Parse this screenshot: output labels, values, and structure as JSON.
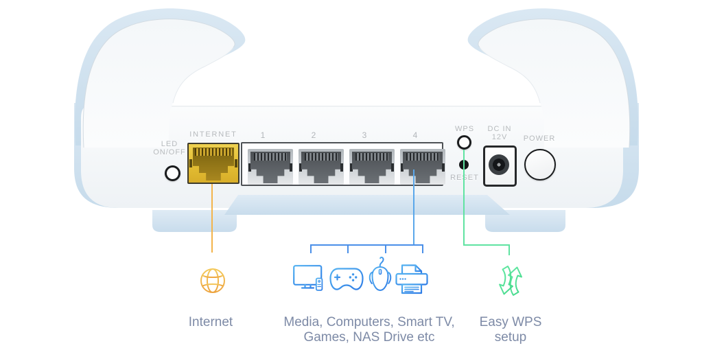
{
  "device": {
    "name": "router-rear-panel",
    "led_label": [
      "LED",
      "ON/OFF"
    ],
    "internet_label": "INTERNET",
    "lan_port_numbers": [
      "1",
      "2",
      "3",
      "4"
    ],
    "wps_label": "WPS",
    "reset_label": "RESET",
    "dc_in_label": [
      "DC IN",
      "12V"
    ],
    "power_label": "POWER"
  },
  "callouts": {
    "internet": {
      "caption": "Internet",
      "icon": "globe",
      "line_color": "#f3b44b"
    },
    "lan": {
      "caption_line1": "Media, Computers, Smart TV,",
      "caption_line2": "Games, NAS Drive etc",
      "icons": [
        "tv-with-remote",
        "game-controller",
        "gaming-mouse",
        "printer"
      ],
      "line_color": "#4a8fe8"
    },
    "wps": {
      "caption_line1": "Easy WPS",
      "caption_line2": "setup",
      "icon": "sync-arrows",
      "line_color": "#5fe3a1"
    }
  },
  "colors": {
    "shell_blue": "#cfe0ed",
    "internet_port_yellow": "#e8c83e",
    "panel_text": "#b5b9bc",
    "caption_text": "#7d8aa6",
    "icon_blue_gradient": [
      "#54b2f1",
      "#2e7ce6"
    ],
    "icon_orange_gradient": [
      "#f4ca5d",
      "#eda43f"
    ],
    "icon_green_gradient": [
      "#6aeca9",
      "#3ed686"
    ],
    "lan_line_blue": "#5aa7ea"
  }
}
